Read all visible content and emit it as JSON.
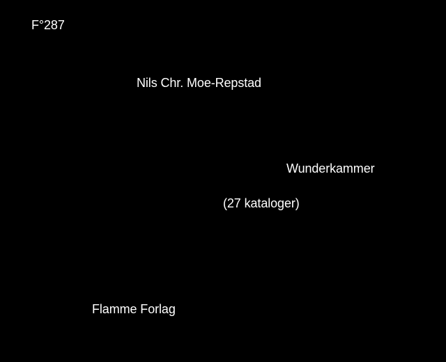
{
  "background_color": "#000000",
  "text_color": "#ffffff",
  "cover": {
    "code": "F°287",
    "author": "Nils Chr. Moe-Repstad",
    "title": "Wunderkammer",
    "subtitle": "(27 kataloger)",
    "publisher": "Flamme Forlag"
  }
}
